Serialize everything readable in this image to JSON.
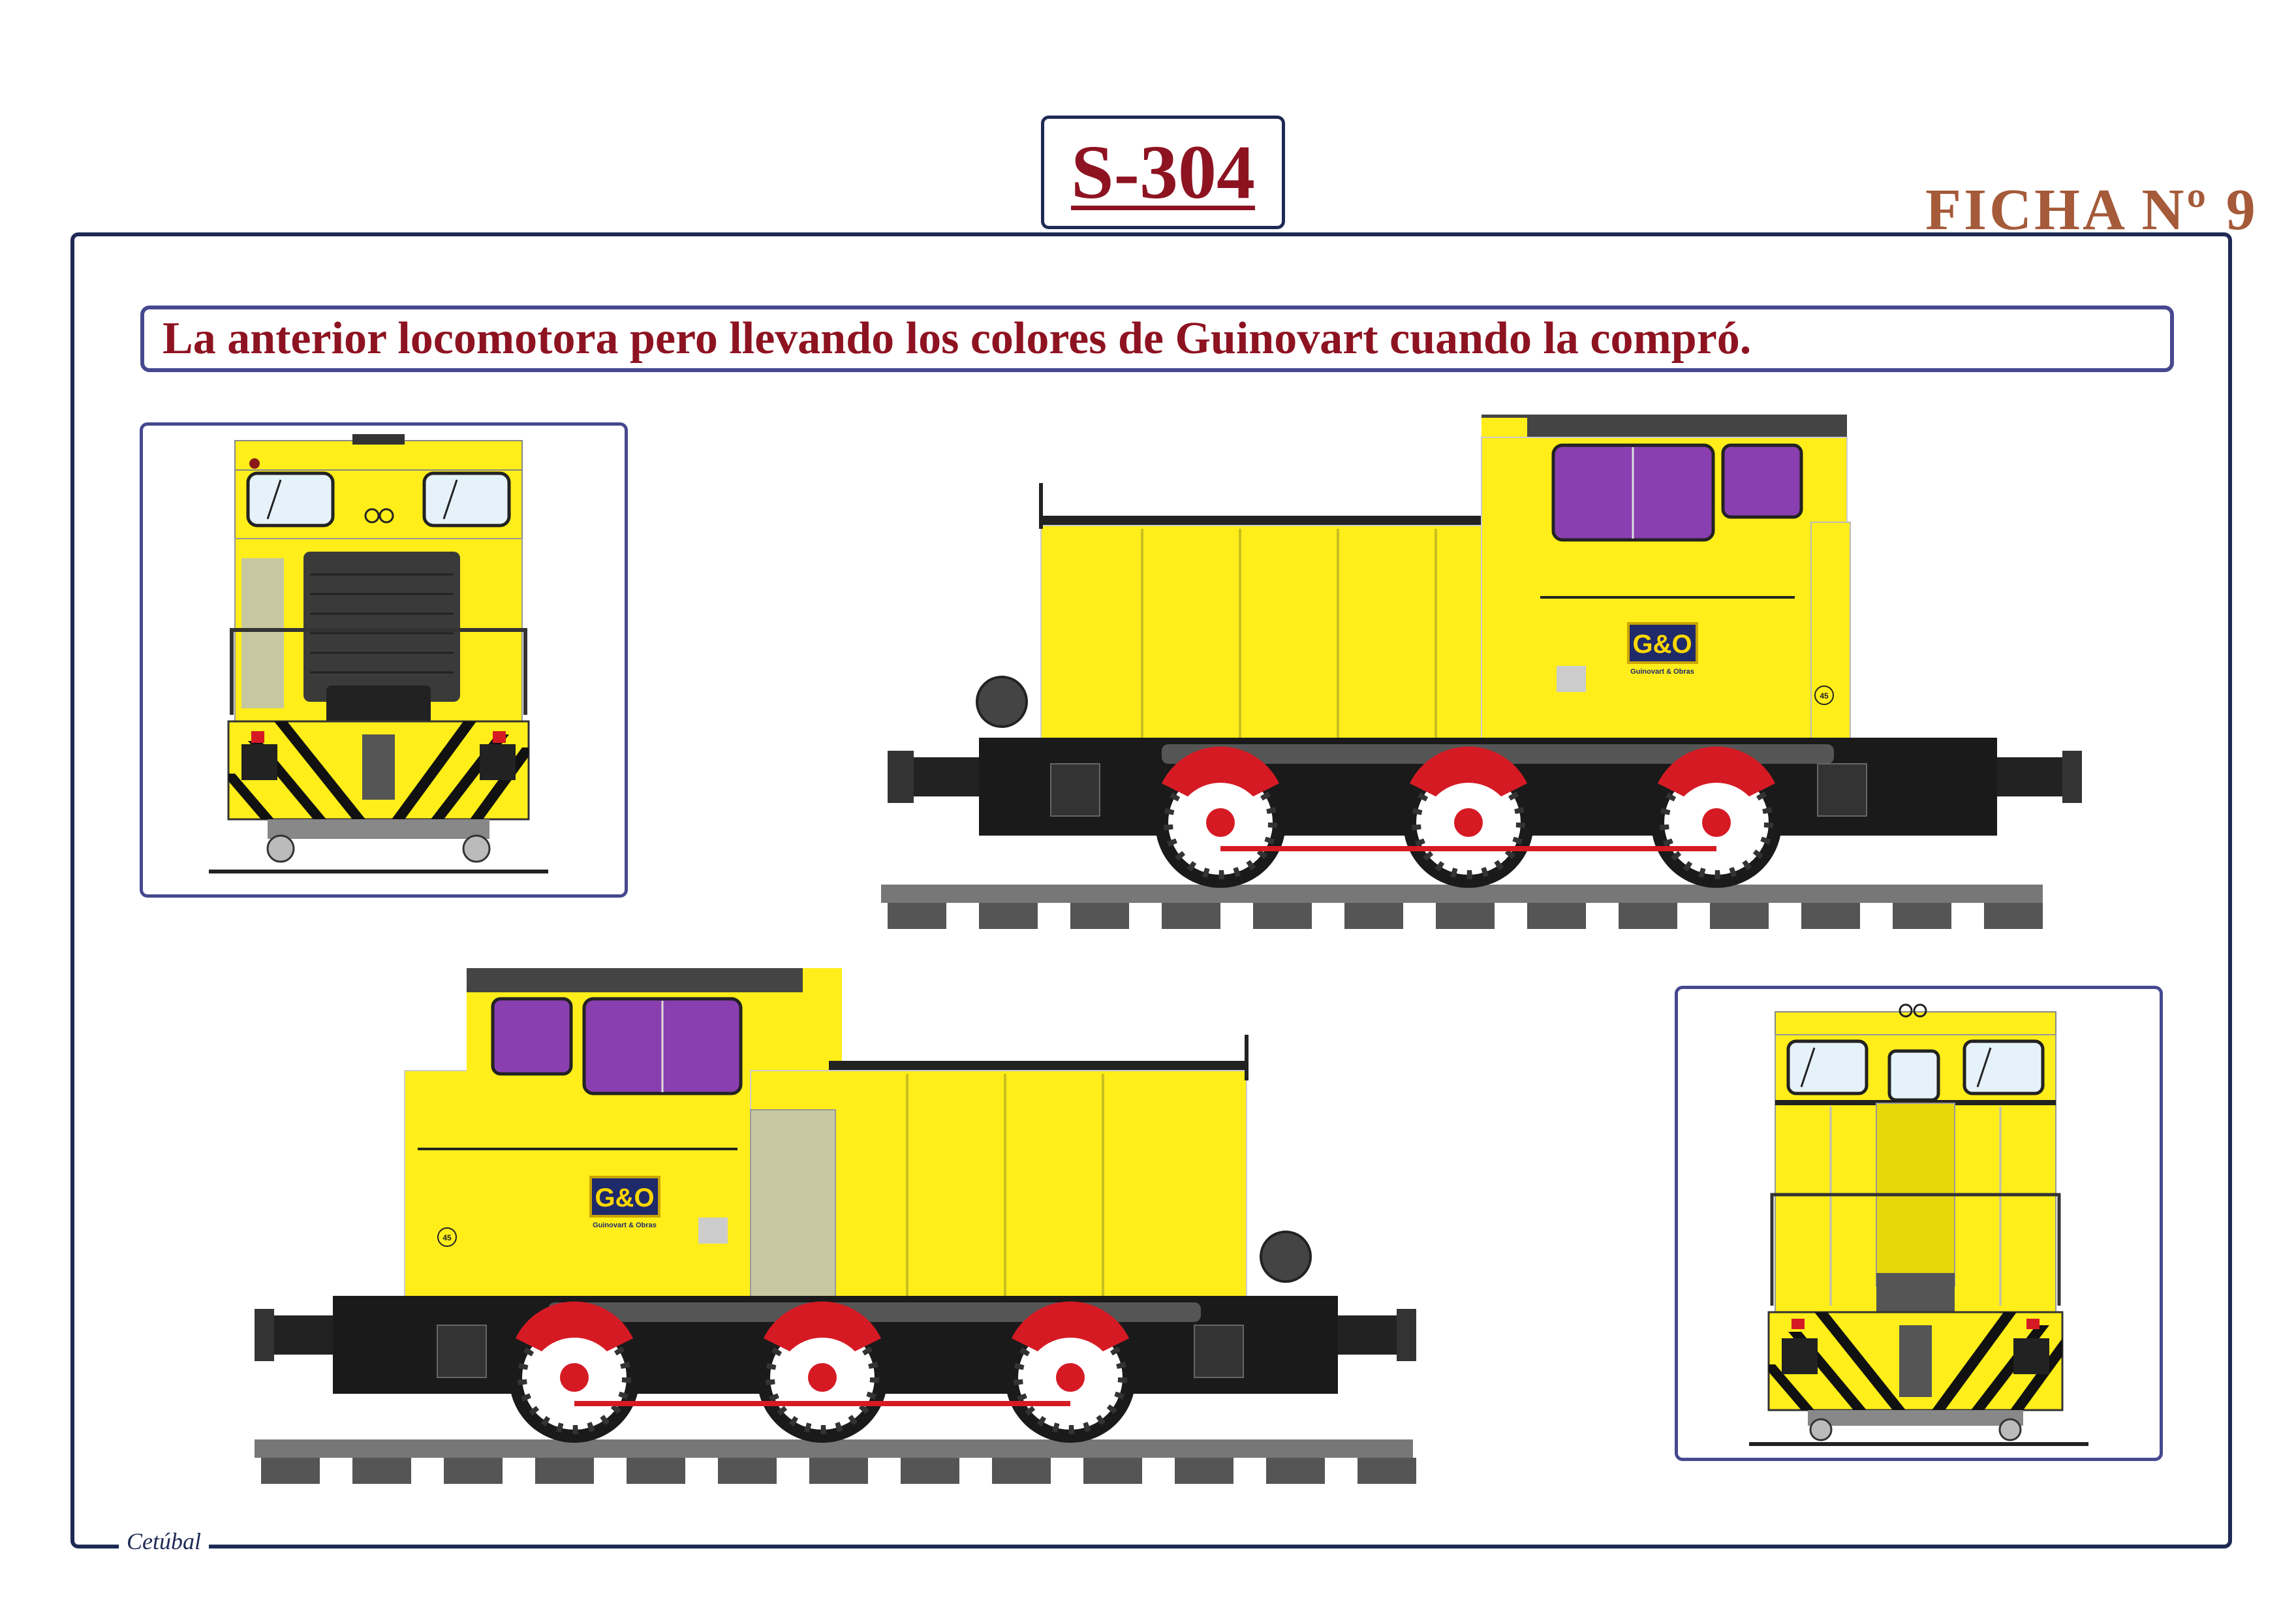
{
  "header": {
    "title": "S-304",
    "sheet_label": "FICHA Nº 9"
  },
  "caption": "La anterior locomotora pero llevando los colores de Guinovart cuando la compró.",
  "livery": {
    "logo_text": "G&O",
    "logo_subtext": "Guinovart & Obras",
    "plate_number": "45",
    "colors": {
      "body": "#ffee1a",
      "frame": "#1a1a1a",
      "wheels": "#d61a24",
      "windows": "#8a3fb0",
      "logo_bg": "#1f2a6b",
      "title": "#8e1321",
      "ficha": "#a55a39"
    }
  },
  "views": [
    {
      "name": "front-view"
    },
    {
      "name": "side-view-right"
    },
    {
      "name": "side-view-left"
    },
    {
      "name": "rear-view"
    }
  ],
  "signature": "Cetúbal"
}
